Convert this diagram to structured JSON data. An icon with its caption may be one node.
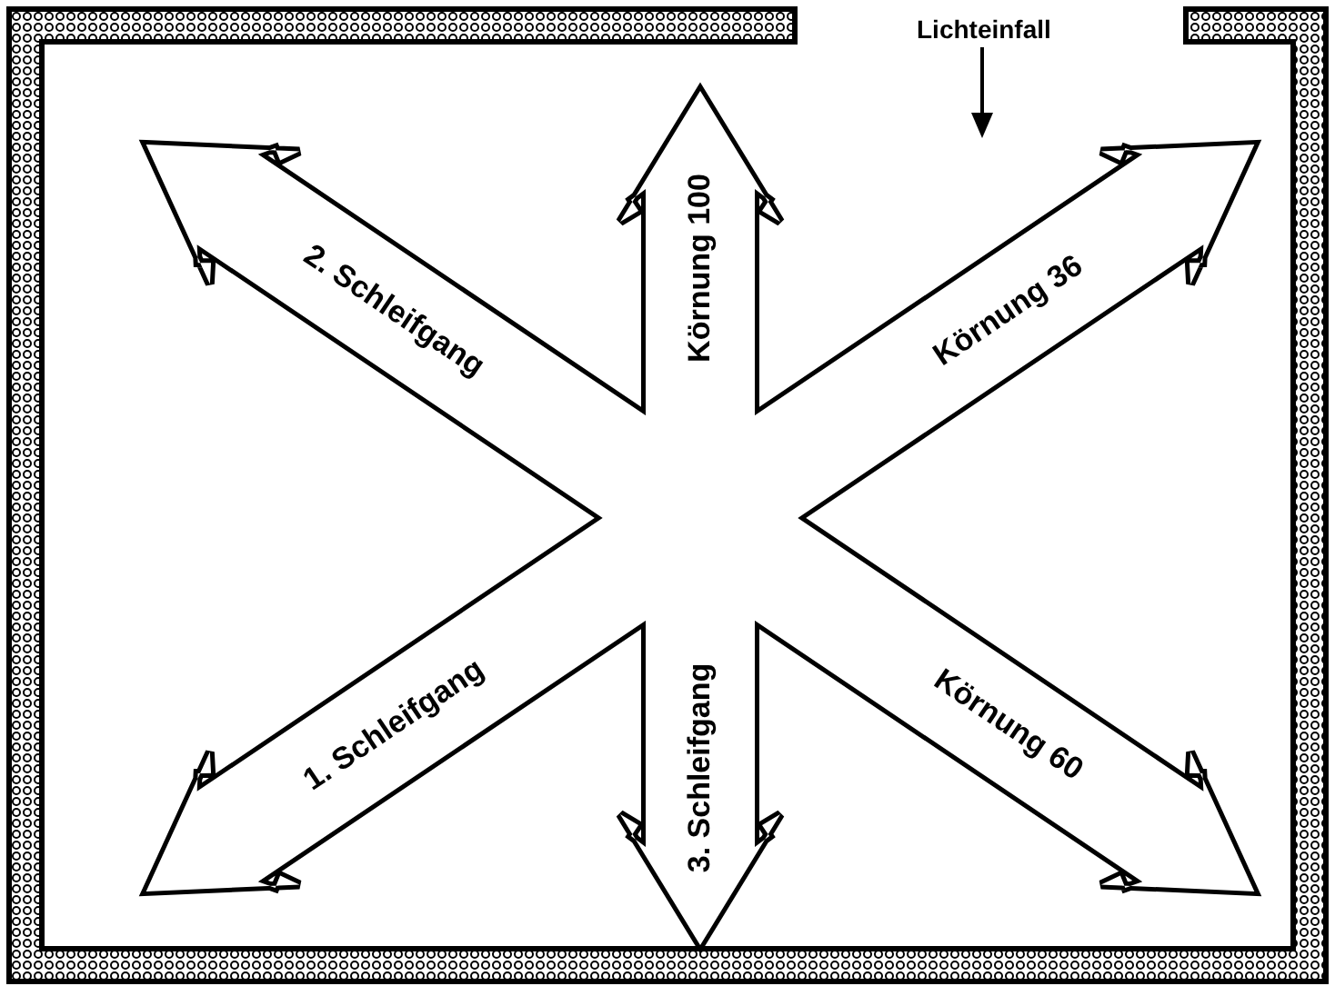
{
  "diagram": {
    "nodes": [
      {
        "text": [],
        "shape": "box"
      },
      {
        "text": [
          "1. Schleifgang",
          "Körnung 36"
        ],
        "in": 0
      },
      {
        "text": [
          "2. Schleifgang",
          "Körnung 60"
        ],
        "in": 0
      },
      {
        "text": [
          "3. Schleifgang",
          "Körnung 100"
        ],
        "in": 0
      }
    ],
    "labels": [
      "Lichteinfall"
    ]
  }
}
